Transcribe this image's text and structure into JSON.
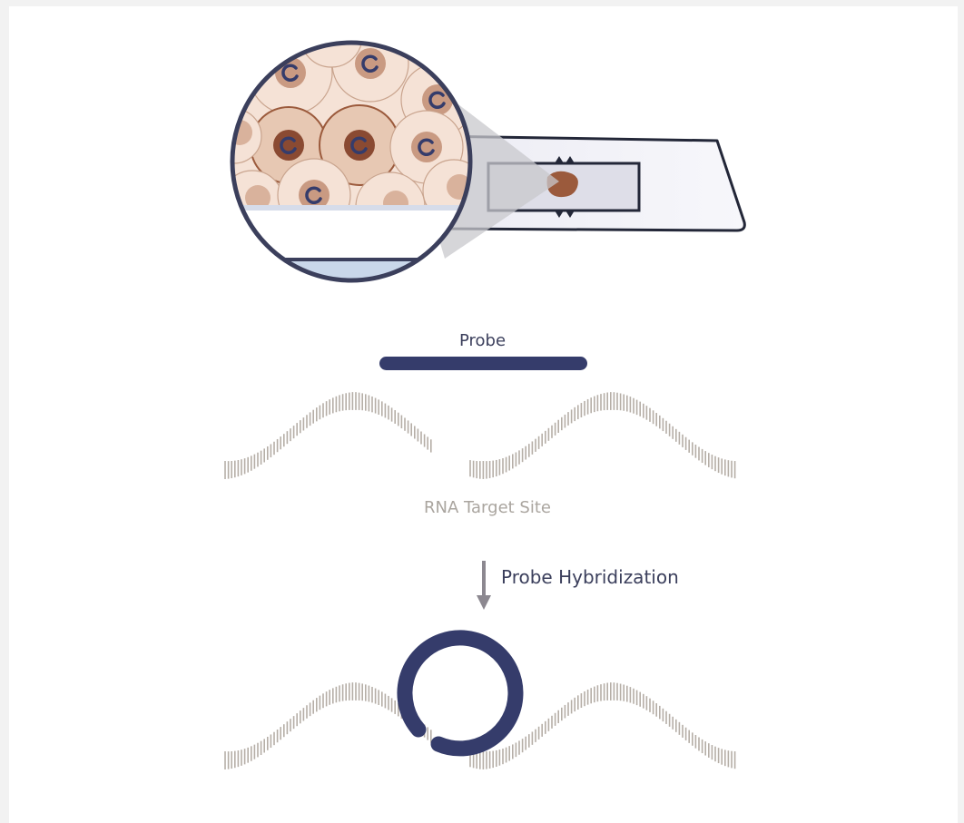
{
  "labels": {
    "probe": "Probe",
    "rna_target_site": "RNA Target Site",
    "step": "Probe Hybridization"
  },
  "colors": {
    "probe": "#353c6b",
    "rna_strand": "#b5aea6",
    "cell_fill": "#f5e2d6",
    "cell_dark": "#e7c8b3",
    "tissue": "#9b5a3c",
    "arrow": "#8c8890",
    "slide": "#232738"
  }
}
